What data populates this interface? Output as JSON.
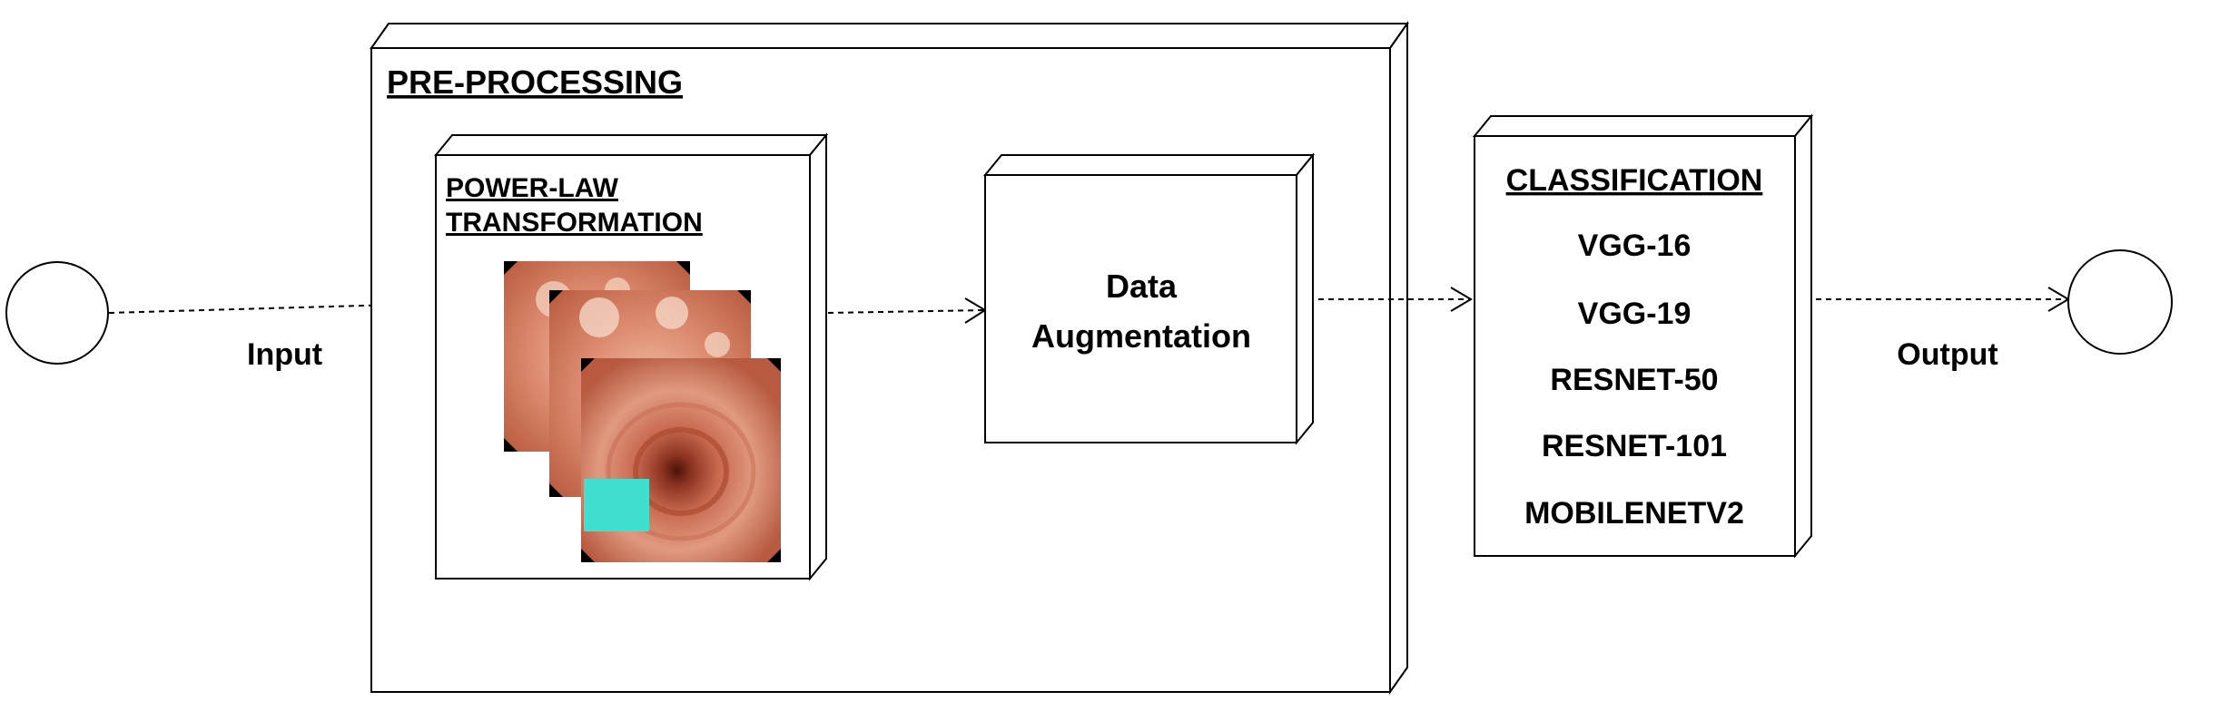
{
  "input_node": {
    "label": "Input"
  },
  "output_node": {
    "label": "Output"
  },
  "preprocessing": {
    "title": "PRE-PROCESSING",
    "power_law": {
      "title_line1": "POWER-LAW",
      "title_line2": "TRANSFORMATION"
    },
    "data_augmentation": {
      "label_line1": "Data",
      "label_line2": "Augmentation"
    }
  },
  "classification": {
    "title": "CLASSIFICATION",
    "models": [
      "VGG-16",
      "VGG-19",
      "RESNET-50",
      "RESNET-101",
      "MOBILENETV2"
    ]
  },
  "colors": {
    "stroke": "#000000",
    "overlay_square": "#40e0d0",
    "endoscopy_tissue": "#d9826a",
    "endoscopy_lumen": "#5a1f12"
  }
}
